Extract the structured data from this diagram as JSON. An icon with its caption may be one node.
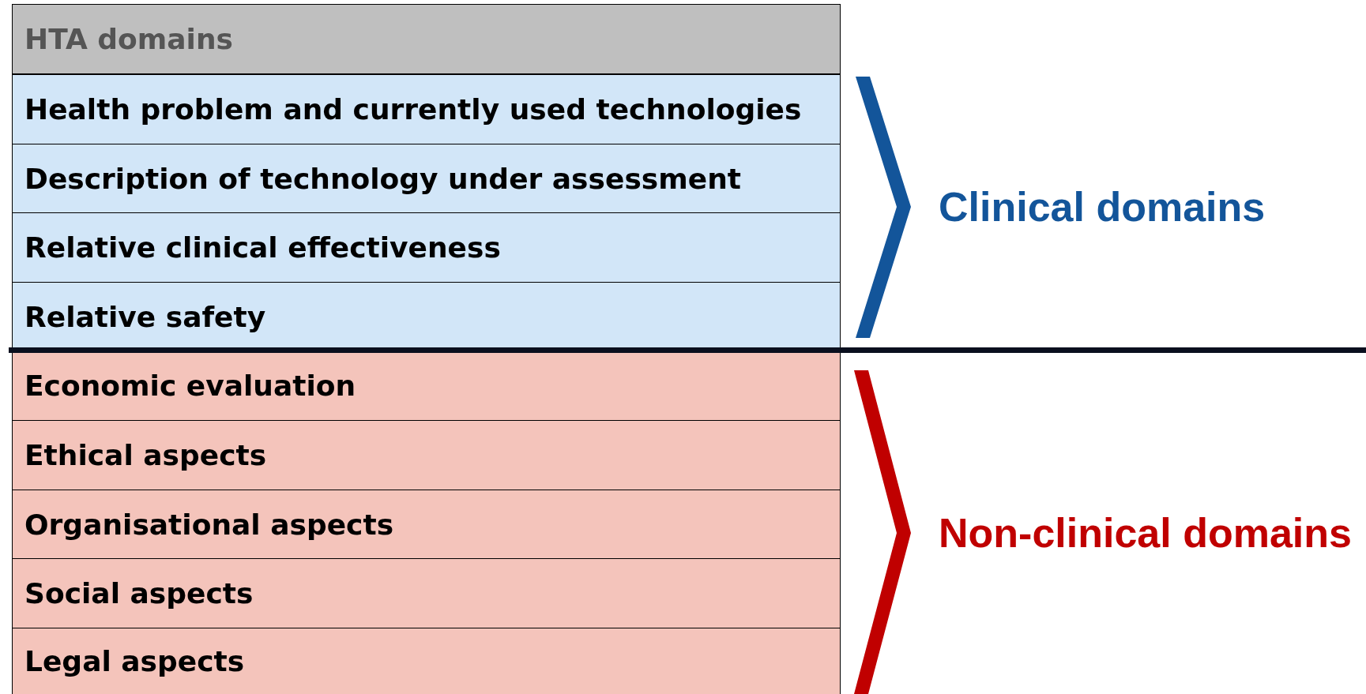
{
  "diagram": {
    "nodes": [
      {
        "text": [],
        "shape": "bracket",
        "beside": [
          "Clinical domains"
        ]
      },
      {
        "text": [],
        "shape": "bracket",
        "beside": [
          "Non-clinical domains"
        ]
      }
    ],
    "labels": [
      "HTA domains",
      "Health problem and currently used technologies",
      "Description of technology under assessment",
      "Relative clinical effectiveness",
      "Relative safety",
      "Economic evaluation",
      "Ethical aspects",
      "Organisational aspects",
      "Social aspects",
      "Legal aspects"
    ]
  }
}
